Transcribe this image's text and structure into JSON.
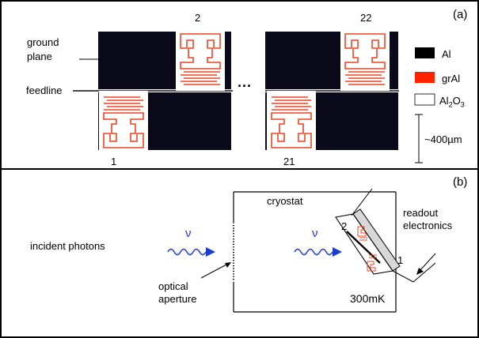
{
  "panel_a": {
    "label": "(a)",
    "chip_numbers": [
      "2",
      "22",
      "1",
      "21"
    ],
    "ground_plane_label": [
      "ground",
      "plane"
    ],
    "feedline_label": "feedline",
    "ellipsis": "···",
    "legend": {
      "al": "Al",
      "gral": "grAl",
      "al2o3_main": "Al",
      "al2o3_sub": "2",
      "al2o3_tail": "O",
      "al2o3_sub2": "3",
      "scale": "~400µm"
    },
    "colors": {
      "metal": "#0a0a1a",
      "resonator": "#ee4422",
      "substrate": "#ffffff"
    }
  },
  "panel_b": {
    "label": "(b)",
    "cryostat": "cryostat",
    "incident": "incident photons",
    "nu": "ν",
    "optical": [
      "optical",
      "aperture"
    ],
    "readout": [
      "readout",
      "electronics"
    ],
    "temp": "300mK",
    "port1": "1",
    "port2": "2",
    "colors": {
      "photon": "#1a3ccc"
    }
  }
}
